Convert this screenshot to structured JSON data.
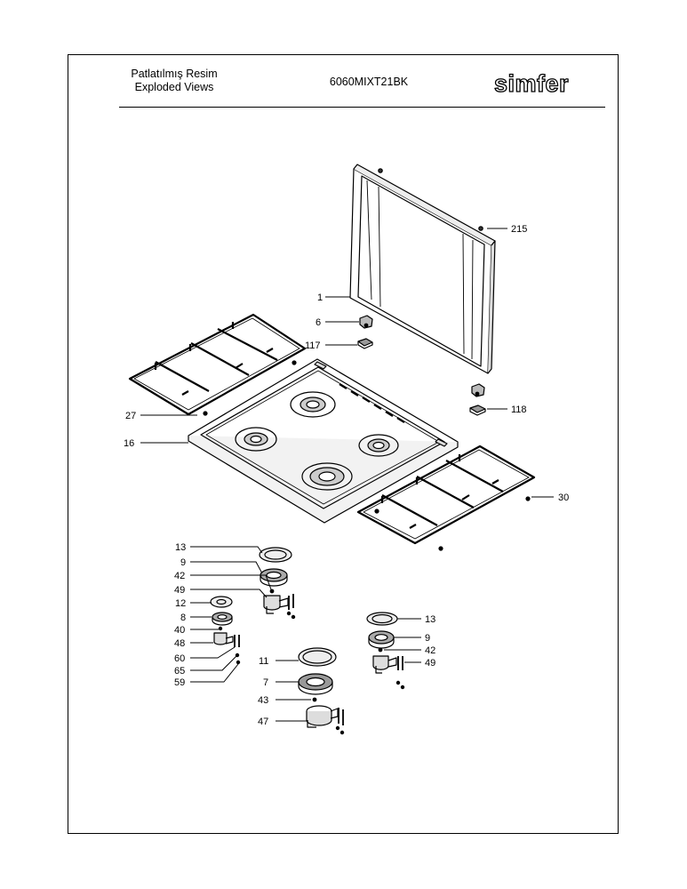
{
  "header": {
    "title_line1": "Patlatılmış Resim",
    "title_line2": "Exploded Views",
    "model": "6060MIXT21BK",
    "brand": "simfer"
  },
  "parts": {
    "p215": "215",
    "p1": "1",
    "p6": "6",
    "p117": "117",
    "p118": "118",
    "p27": "27",
    "p16": "16",
    "p30": "30",
    "burner_small_left": {
      "cap": "13",
      "crown": "9",
      "inj": "42",
      "body": "49"
    },
    "burner_aux": {
      "cap": "12",
      "crown": "8",
      "inj": "40",
      "body": "48",
      "thermo": "60",
      "screw": "65",
      "washer": "59"
    },
    "burner_right": {
      "cap": "13",
      "crown": "9",
      "inj": "42",
      "body": "49"
    },
    "burner_wok": {
      "cap": "11",
      "crown": "7",
      "inj": "43",
      "body": "47"
    }
  }
}
